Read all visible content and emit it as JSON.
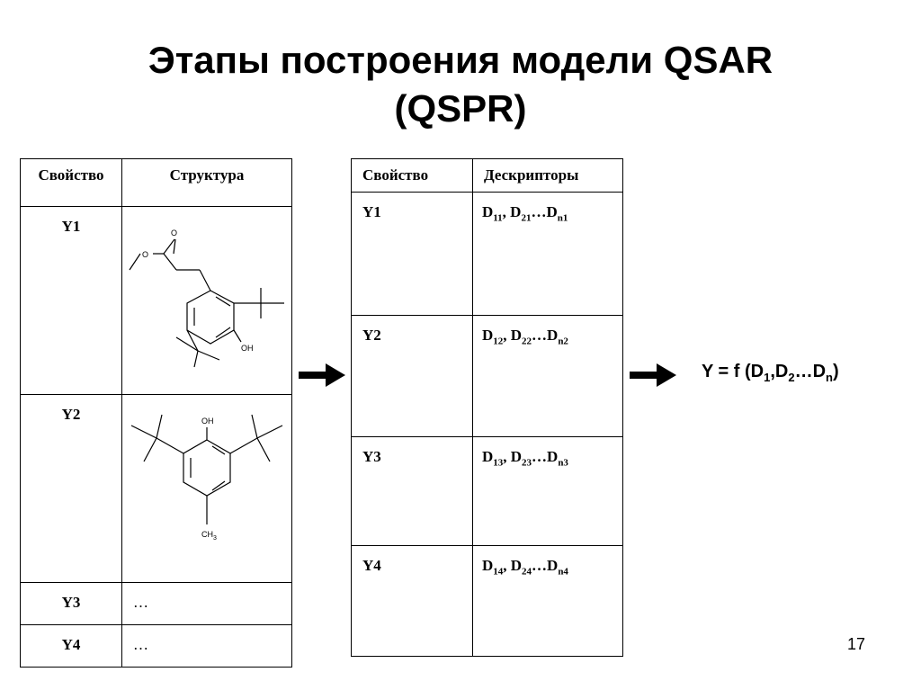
{
  "slide": {
    "title_line1": "Этапы построения модели QSAR",
    "title_line2": "(QSPR)",
    "page_number": "17"
  },
  "table1": {
    "headers": [
      "Свойство",
      "Структура"
    ],
    "rows": [
      {
        "y": "Y1",
        "structure_label": "OH"
      },
      {
        "y": "Y2",
        "structure_label_top": "OH",
        "structure_label_bottom": "CH",
        "structure_label_sub": "3"
      },
      {
        "y": "Y3",
        "content": "…"
      },
      {
        "y": "Y4",
        "content": "…"
      }
    ]
  },
  "table2": {
    "headers": [
      "Свойство",
      "Дескрипторы"
    ],
    "rows": [
      {
        "y": "Y1",
        "d": [
          {
            "b": "D",
            "s": "11"
          },
          {
            "b": ", D",
            "s": "21"
          },
          {
            "b": "…D",
            "s": "n1"
          }
        ]
      },
      {
        "y": "Y2",
        "d": [
          {
            "b": "D",
            "s": "12"
          },
          {
            "b": ", D",
            "s": "22"
          },
          {
            "b": "…D",
            "s": "n2"
          }
        ]
      },
      {
        "y": "Y3",
        "d": [
          {
            "b": "D",
            "s": "13"
          },
          {
            "b": ", D",
            "s": "23"
          },
          {
            "b": "…D",
            "s": "n3"
          }
        ]
      },
      {
        "y": "Y4",
        "d": [
          {
            "b": "D",
            "s": "14"
          },
          {
            "b": ", D",
            "s": "24"
          },
          {
            "b": "…D",
            "s": "n4"
          }
        ]
      }
    ]
  },
  "formula": {
    "prefix": "Y = f (D",
    "s1": "1",
    "mid1": ",D",
    "s2": "2",
    "mid2": "…D",
    "s3": "n",
    "suffix": ")"
  },
  "icons": {
    "arrow1": "right-arrow-icon",
    "arrow2": "right-arrow-icon"
  }
}
